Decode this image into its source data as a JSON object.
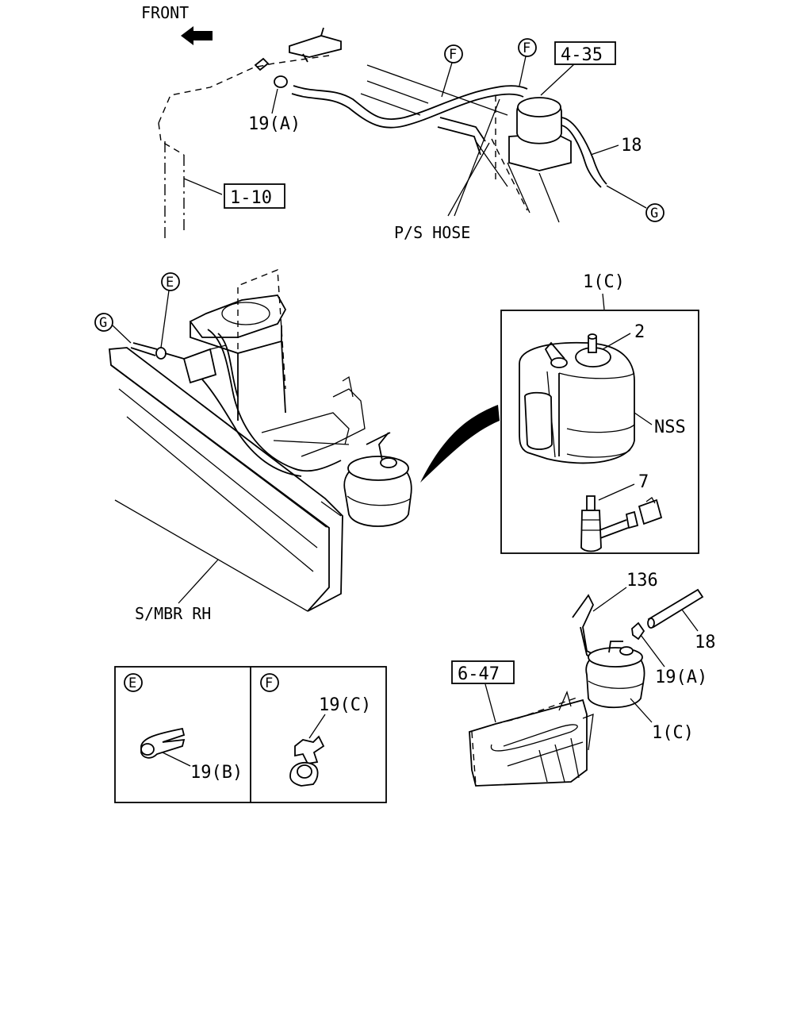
{
  "labels": {
    "front": "FRONT",
    "ref_4_35": "4-35",
    "ref_1_10": "1-10",
    "ref_6_47": "6-47",
    "part_19a_top": "19(A)",
    "part_18_top": "18",
    "ps_hose": "P/S HOSE",
    "part_1c_box": "1(C)",
    "part_2": "2",
    "nss": "NSS",
    "part_7": "7",
    "smbr_rh": "S/MBR RH",
    "part_136": "136",
    "part_18_bottom": "18",
    "part_19a_bottom": "19(A)",
    "part_1c_bottom": "1(C)",
    "part_19c": "19(C)",
    "part_19b": "19(B)"
  },
  "callouts": {
    "f1": "F",
    "f2": "F",
    "g_top": "G",
    "e_main": "E",
    "g_main": "G",
    "e_inset": "E",
    "f_inset": "F"
  }
}
